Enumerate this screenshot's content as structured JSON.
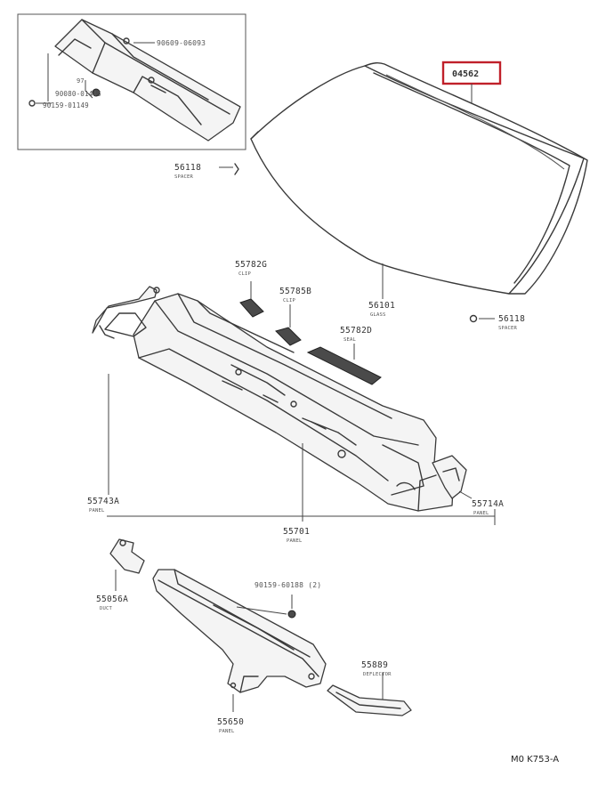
{
  "callouts": {
    "windshield_glass": "56101",
    "windshield_glass_desc": "GLASS",
    "highlighted_part": "04562",
    "spacer_left": "56118",
    "spacer_left_desc": "SPACER",
    "spacer_right": "56118",
    "spacer_right_desc": "SPACER",
    "inset_clip": "90609-06093",
    "inset_nut": "90080-01445",
    "inset_bolt": "90159-01149",
    "inset_marker": "97",
    "louver_clip_a": "55782G",
    "louver_clip_a_desc": "CLIP",
    "louver_clip_b": "55785B",
    "louver_clip_b_desc": "CLIP",
    "louver_seal": "55782D",
    "louver_seal_desc": "SEAL",
    "side_bracket_left": "55743A",
    "side_bracket_left_desc": "PANEL",
    "side_bracket_right": "55714A",
    "side_bracket_right_desc": "PANEL",
    "cowl_panel": "55701",
    "cowl_panel_desc": "PANEL",
    "lower_bracket": "55056A",
    "lower_bracket_desc": "DUCT",
    "bolt_lower": "90159-60188 (2)",
    "rain_deflector": "55889",
    "rain_deflector_desc": "DEFLECTOR",
    "cowl_top_lower": "55650",
    "cowl_top_lower_desc": "PANEL"
  },
  "figure_ref": "M0 K753-A",
  "colors": {
    "highlight": "#c0202a",
    "line": "#3a3a3a"
  }
}
